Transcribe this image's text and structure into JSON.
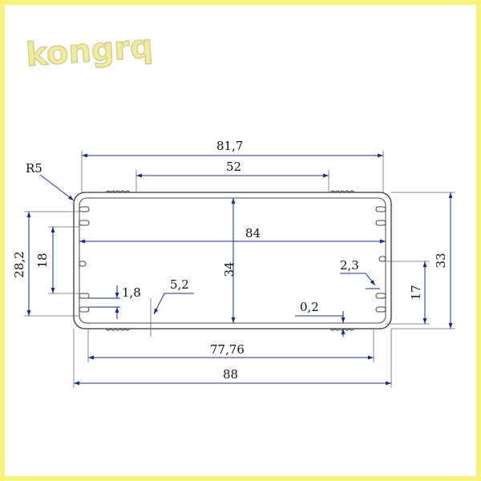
{
  "logo": {
    "text": "kongrq"
  },
  "dimensions": {
    "overall_width_top": "81,7",
    "top_slot_span": "52",
    "inner_width": "84",
    "inner_height": "34",
    "left_height": "28,2",
    "left_slot_span": "18",
    "right_height": "33",
    "right_slot_span": "17",
    "slot_gap": "2,3",
    "rib_thickness": "1,8",
    "rib_depth": "5,2",
    "wall_thickness": "0,2",
    "bottom_inner_width": "77,76",
    "overall_width_bottom": "88",
    "corner_radius": "R5"
  }
}
